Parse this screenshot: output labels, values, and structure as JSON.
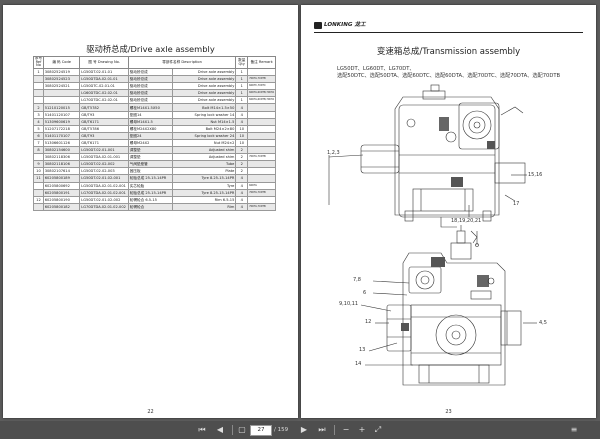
{
  "left_page": {
    "title": "驱动桥总成/Drive axle assembly",
    "page_number": "22",
    "headers": {
      "seq": "序号 Ref No",
      "code": "编 码 Code",
      "drawing": "图 号 Drawing No.",
      "name": "零部件名称 Description",
      "qty": "数量 Qty",
      "remark": "备注 Remark"
    },
    "rows": [
      {
        "seq": "1",
        "code": "30802524519",
        "drawing": "LG50DT.02.01.01",
        "name_cn": "驱动桥总成",
        "name_en": "Drive axle assembly",
        "qty": "1",
        "remark": ""
      },
      {
        "seq": "",
        "code": "30802524523",
        "drawing": "LG50DTDA.02.01.01",
        "name_cn": "驱动桥总成",
        "name_en": "Drive axle assembly",
        "qty": "1",
        "remark": "70DTA,70DTB"
      },
      {
        "seq": "",
        "code": "30802524521",
        "drawing": "LG50DTC.02.01.01",
        "name_cn": "驱动桥总成",
        "name_en": "Drive axle assembly",
        "qty": "1",
        "remark": "60DTC,70DTC"
      },
      {
        "seq": "",
        "code": "",
        "drawing": "LG60DTDC.02.02.01",
        "name_cn": "驱动桥总成",
        "name_en": "Drive axle assembly",
        "qty": "1",
        "remark": "60DTA,60DTB,70DTA"
      },
      {
        "seq": "",
        "code": "",
        "drawing": "LG70DTDC.02.02.01",
        "name_cn": "驱动桥总成",
        "name_en": "Drive axle assembly",
        "qty": "1",
        "remark": "60DTA,60DTB,70DTA"
      },
      {
        "seq": "2",
        "code": "51210120015",
        "drawing": "GB/T5782",
        "name_cn": "螺栓M14X1.5X50",
        "name_en": "Bolt M14×1.5×50",
        "qty": "4",
        "remark": ""
      },
      {
        "seq": "3",
        "code": "51401120107",
        "drawing": "GB/T93",
        "name_cn": "垫圈14",
        "name_en": "Spring lock washer 14",
        "qty": "4",
        "remark": ""
      },
      {
        "seq": "4",
        "code": "51309600619",
        "drawing": "GB/T6171",
        "name_cn": "螺母M14X1.5",
        "name_en": "Nut M14×1.5",
        "qty": "4",
        "remark": ""
      },
      {
        "seq": "5",
        "code": "51207172218",
        "drawing": "GB/T5786",
        "name_cn": "螺栓M24X2X80",
        "name_en": "Bolt M24×2×80",
        "qty": "10",
        "remark": ""
      },
      {
        "seq": "6",
        "code": "51401170107",
        "drawing": "GB/T93",
        "name_cn": "垫圈24",
        "name_en": "Spring lock washer 24",
        "qty": "10",
        "remark": ""
      },
      {
        "seq": "7",
        "code": "51306601126",
        "drawing": "GB/T6171",
        "name_cn": "螺母M24X2",
        "name_en": "Nut M24×2",
        "qty": "10",
        "remark": ""
      },
      {
        "seq": "8",
        "code": "30802154600",
        "drawing": "LG50DT.02.01-001",
        "name_cn": "调整垫",
        "name_en": "Adjusted shim",
        "qty": "2",
        "remark": ""
      },
      {
        "seq": "",
        "code": "30802118306",
        "drawing": "LG50DTDA.02.01-001",
        "name_cn": "调整垫",
        "name_en": "Adjusted shim",
        "qty": "2",
        "remark": "70DTA,70DTB"
      },
      {
        "seq": "9",
        "code": "30802118106",
        "drawing": "LG50DT.02.02-002",
        "name_cn": "气阀垫座管",
        "name_en": "Tube",
        "qty": "2",
        "remark": ""
      },
      {
        "seq": "10",
        "code": "30802107614",
        "drawing": "LG50DT.02.02-003",
        "name_cn": "固压板",
        "name_en": "Plate",
        "qty": "2",
        "remark": ""
      },
      {
        "seq": "11",
        "code": "60205800189",
        "drawing": "LG50DT.02.01.02-001",
        "name_cn": "轮胎总成 25-15-14PR",
        "name_en": "Tyre 8.25-15-14PR",
        "qty": "4",
        "remark": ""
      },
      {
        "seq": "",
        "code": "60205800692",
        "drawing": "LG50DTDA.02.01.02-001",
        "name_cn": "实芯轮胎",
        "name_en": "Tyre",
        "qty": "4",
        "remark": "60DTA"
      },
      {
        "seq": "",
        "code": "60205800191",
        "drawing": "LG70DTDA.02.01.02-001",
        "name_cn": "轮胎总成 25-15-14PR",
        "name_en": "Tyre 8.25-15-14PR",
        "qty": "4",
        "remark": "70DTA,70DTB"
      },
      {
        "seq": "12",
        "code": "60205800190",
        "drawing": "LG50DT.02.01.02-002",
        "name_cn": "轮辋轮合 6.5-15",
        "name_en": "Rim 6.5-15",
        "qty": "4",
        "remark": ""
      },
      {
        "seq": "",
        "code": "60205800182",
        "drawing": "LG70DTDA.02.01.02-002",
        "name_cn": "轮辋轮合",
        "name_en": "Rim",
        "qty": "4",
        "remark": "70DTA,70DTB"
      }
    ]
  },
  "right_page": {
    "logo_text": "LONKING 龙工",
    "title": "变速箱总成/Transmission assembly",
    "models_line1": "LG50DT、LG60DT、LG70DT、",
    "models_line2": "选配50DTC、选配50DTA、选配60DTC、选配60DTA、选配70DTC、选配70DTA、选配70DTB",
    "callouts": [
      "1,2,3",
      "15,16",
      "17",
      "18,19,20,21",
      "9,10,11",
      "12",
      "13",
      "14",
      "7,8",
      "6",
      "4,5"
    ],
    "page_number": "23"
  },
  "toolbar": {
    "current_page": "27",
    "total_pages": "/ 159",
    "icons": [
      "first-page-icon",
      "prev-page-icon",
      "next-page-icon",
      "last-page-icon",
      "zoom-out-icon",
      "zoom-in-icon",
      "fullscreen-icon",
      "menu-icon"
    ]
  }
}
